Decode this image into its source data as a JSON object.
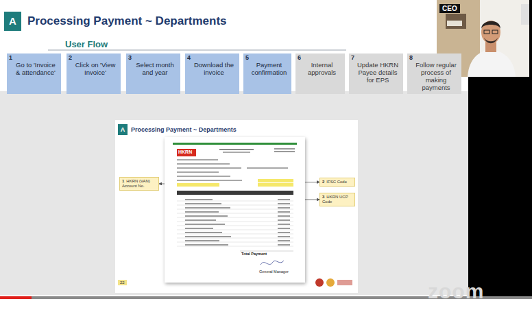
{
  "diagram": {
    "title": "Processing Payment ~ Departments",
    "nodes": [
      {
        "text": [
          "1",
          "Go to 'Invoice & attendance'"
        ]
      },
      {
        "text": [
          "2",
          "Click on 'View Invoice'"
        ]
      },
      {
        "text": [
          "3",
          "Select month and year"
        ]
      },
      {
        "text": [
          "4",
          "Download the invoice"
        ]
      },
      {
        "text": [
          "5",
          "Payment confirmation"
        ]
      },
      {
        "text": [
          "6",
          "Internal approvals"
        ]
      },
      {
        "text": [
          "7",
          "Update HKRN Payee details for EPS"
        ]
      },
      {
        "text": [
          "8",
          "Follow regular process of making payments"
        ]
      },
      {
        "text": [
          "A",
          "Processing Payment ~ Departments"
        ]
      },
      {
        "text": [
          "1",
          "HKRN (VAN) Account No."
        ],
        "in": 8
      },
      {
        "text": [
          "HKRN",
          "Total Payment",
          "General Manager"
        ],
        "in": 8
      },
      {
        "text": [
          "2",
          "IFSC Code"
        ],
        "in": 8
      },
      {
        "text": [
          "3",
          "HKRN UCP Code"
        ],
        "in": 8
      }
    ],
    "edges": [
      {
        "from": 10,
        "to": 9,
        "arrow": "to"
      },
      {
        "from": 10,
        "to": 11,
        "arrow": "to"
      },
      {
        "from": 10,
        "to": 12,
        "arrow": "to"
      }
    ],
    "labels": [
      "A",
      "User Flow",
      "CEO",
      "22",
      "zoom"
    ]
  }
}
